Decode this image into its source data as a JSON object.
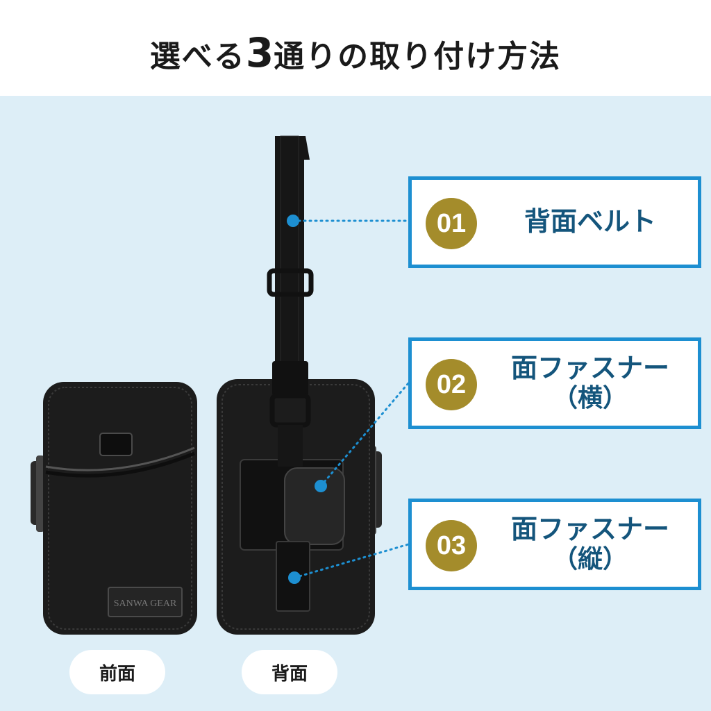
{
  "title": {
    "main_pre": "選べる",
    "number": "3",
    "main_post": "通りの取り付け方法"
  },
  "callouts": [
    {
      "number": "01",
      "label": "背面ベルト",
      "sub": ""
    },
    {
      "number": "02",
      "label": "面ファスナー",
      "sub": "（横）"
    },
    {
      "number": "03",
      "label": "面ファスナー",
      "sub": "（縦）"
    }
  ],
  "views": {
    "front": "前面",
    "back": "背面"
  },
  "colors": {
    "accent_blue": "#1d8fd1",
    "badge_gold": "#a48c2b",
    "label_navy": "#14557c",
    "background": "#ddeef7"
  },
  "logo_text": "SANWA GEAR"
}
